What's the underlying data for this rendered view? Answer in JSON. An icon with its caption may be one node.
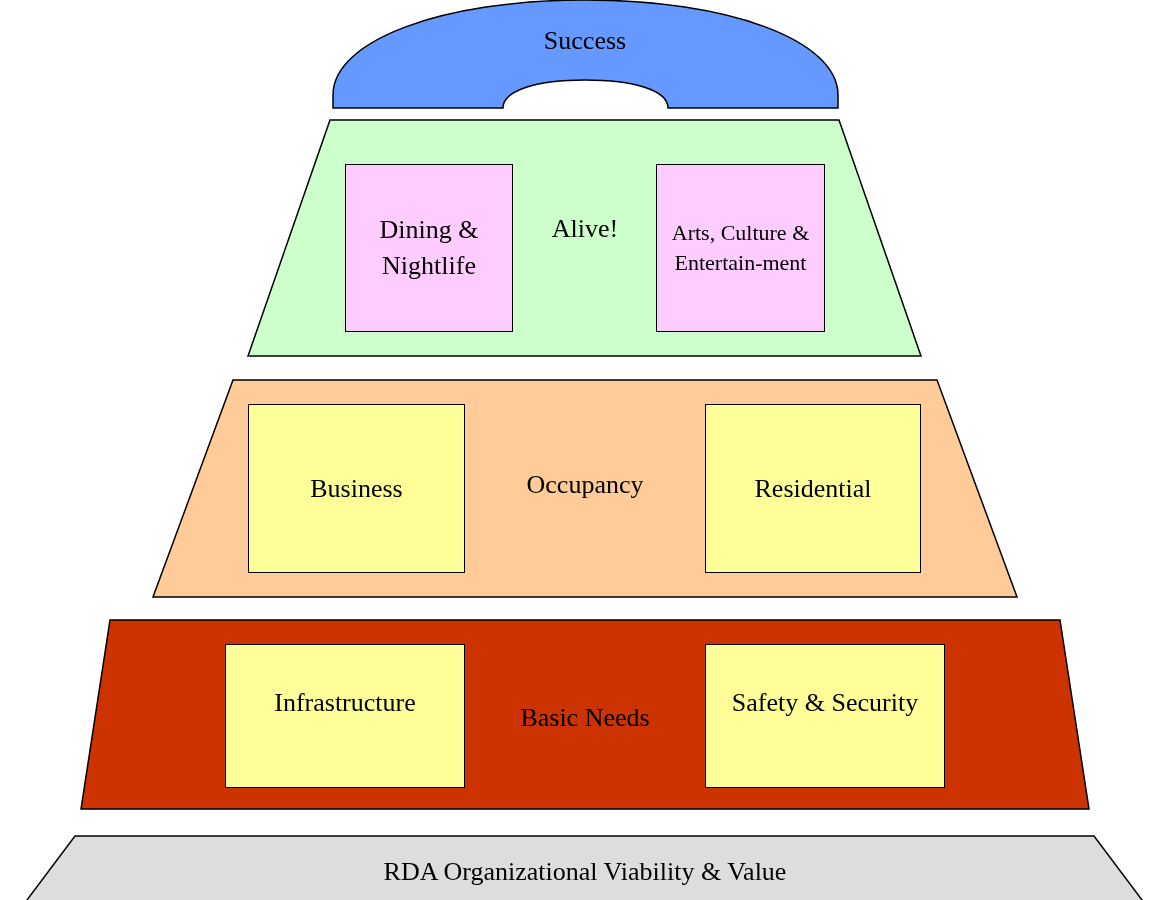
{
  "diagram": {
    "nodes": [
      {
        "text": [
          "Success"
        ]
      },
      {
        "text": [
          "Alive!"
        ]
      },
      {
        "text": [
          "Dining & Nightlife"
        ],
        "in": 1
      },
      {
        "text": [
          "Arts, Culture & Entertain-ment"
        ],
        "in": 1
      },
      {
        "text": [
          "Occupancy"
        ]
      },
      {
        "text": [
          "Business"
        ],
        "in": 4
      },
      {
        "text": [
          "Residential"
        ],
        "in": 4
      },
      {
        "text": [
          "Basic Needs"
        ]
      },
      {
        "text": [
          "Infrastructure"
        ],
        "in": 7
      },
      {
        "text": [
          "Safety & Security"
        ],
        "in": 7
      },
      {
        "text": [
          "RDA Organizational Viability & Value"
        ]
      }
    ]
  }
}
